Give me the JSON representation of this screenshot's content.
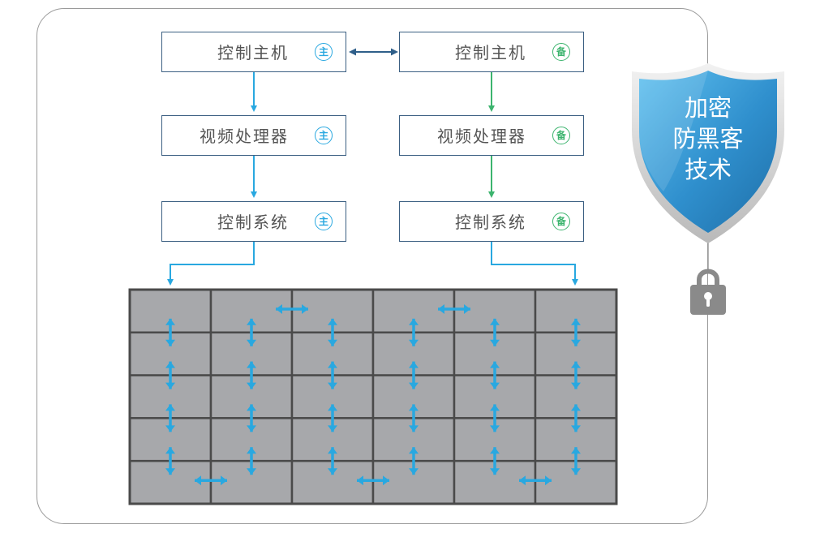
{
  "primary_column": {
    "host": "控制主机",
    "video_processor": "视频处理器",
    "control_system": "控制系统",
    "badge": "主"
  },
  "backup_column": {
    "host": "控制主机",
    "video_processor": "视频处理器",
    "control_system": "控制系统",
    "badge": "备"
  },
  "shield": {
    "line1": "加密",
    "line2": "防黑客",
    "line3": "技术"
  },
  "video_wall": {
    "rows": 5,
    "cols": 6
  },
  "colors": {
    "primary": "#29a8e0",
    "backup": "#3cb46e",
    "box_border": "#3b5f82",
    "wall_fill": "#a7a8ab",
    "wall_border": "#4a4a4a",
    "shield": "#2f8fcd",
    "lock": "#8a8a8a"
  },
  "icons": {
    "lock": "padlock-icon",
    "shield": "shield-icon"
  }
}
